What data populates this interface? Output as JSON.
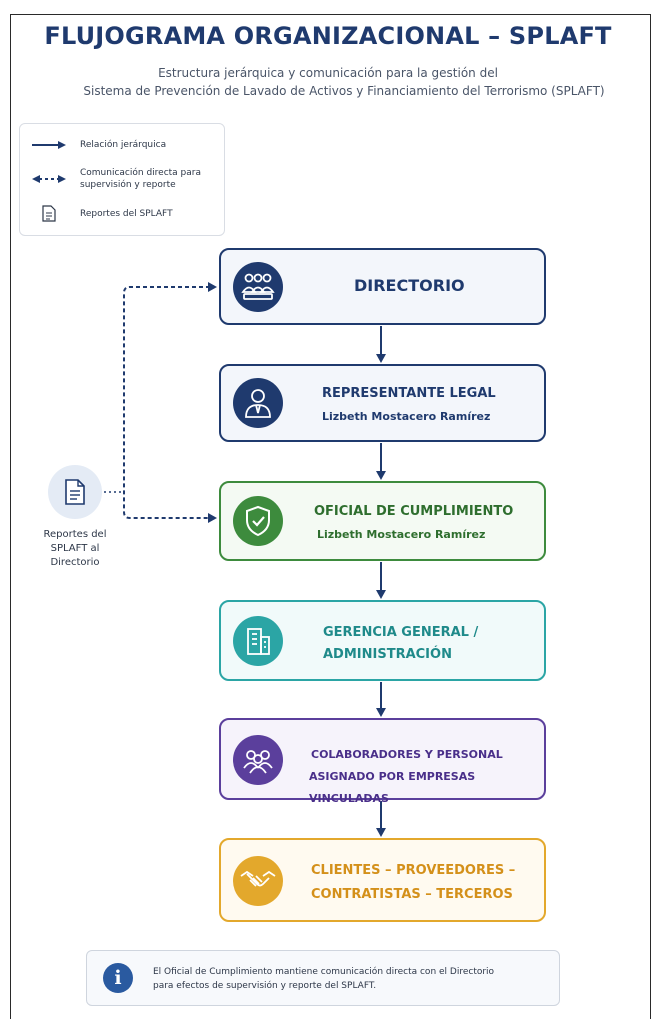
{
  "header": {
    "title": "FLUJOGRAMA ORGANIZACIONAL – SPLAFT",
    "subtitle_line1": "Estructura jerárquica y comunicación para la gestión del",
    "subtitle_line2": "Sistema de Prevención de Lavado de Activos y Financiamiento del Terrorismo (SPLAFT)"
  },
  "legend": {
    "hierarchy": "Relación jerárquica",
    "direct_comm": "Comunicación directa para supervisión y reporte",
    "reports": "Reportes del SPLAFT"
  },
  "nodes": [
    {
      "title": "DIRECTORIO",
      "icon": "board-group-icon",
      "color": "#1f3a6e"
    },
    {
      "title": "REPRESENTANTE LEGAL",
      "name": "Lizbeth Mostacero Ramírez",
      "icon": "legal-representative-icon",
      "color": "#1f3a6e"
    },
    {
      "title": "OFICIAL DE CUMPLIMIENTO",
      "name": "Lizbeth Mostacero Ramírez",
      "icon": "shield-check-icon",
      "color": "#3d8b3d"
    },
    {
      "title_line1": "GERENCIA GENERAL /",
      "title_line2": "ADMINISTRACIÓN",
      "icon": "building-icon",
      "color": "#2ba5a5"
    },
    {
      "title_line1": "COLABORADORES Y PERSONAL",
      "title_line2": "ASIGNADO POR EMPRESAS VINCULADAS",
      "icon": "people-group-icon",
      "color": "#5b3f9c"
    },
    {
      "title_line1": "CLIENTES – PROVEEDORES –",
      "title_line2": "CONTRATISTAS – TERCEROS",
      "icon": "handshake-icon",
      "color": "#e3a82c"
    }
  ],
  "side_report": {
    "line1": "Reportes del",
    "line2": "SPLAFT al",
    "line3": "Directorio"
  },
  "note": {
    "line1": "El Oficial de Cumplimiento mantiene comunicación directa con el Directorio",
    "line2": "para efectos de supervisión y reporte del SPLAFT."
  }
}
